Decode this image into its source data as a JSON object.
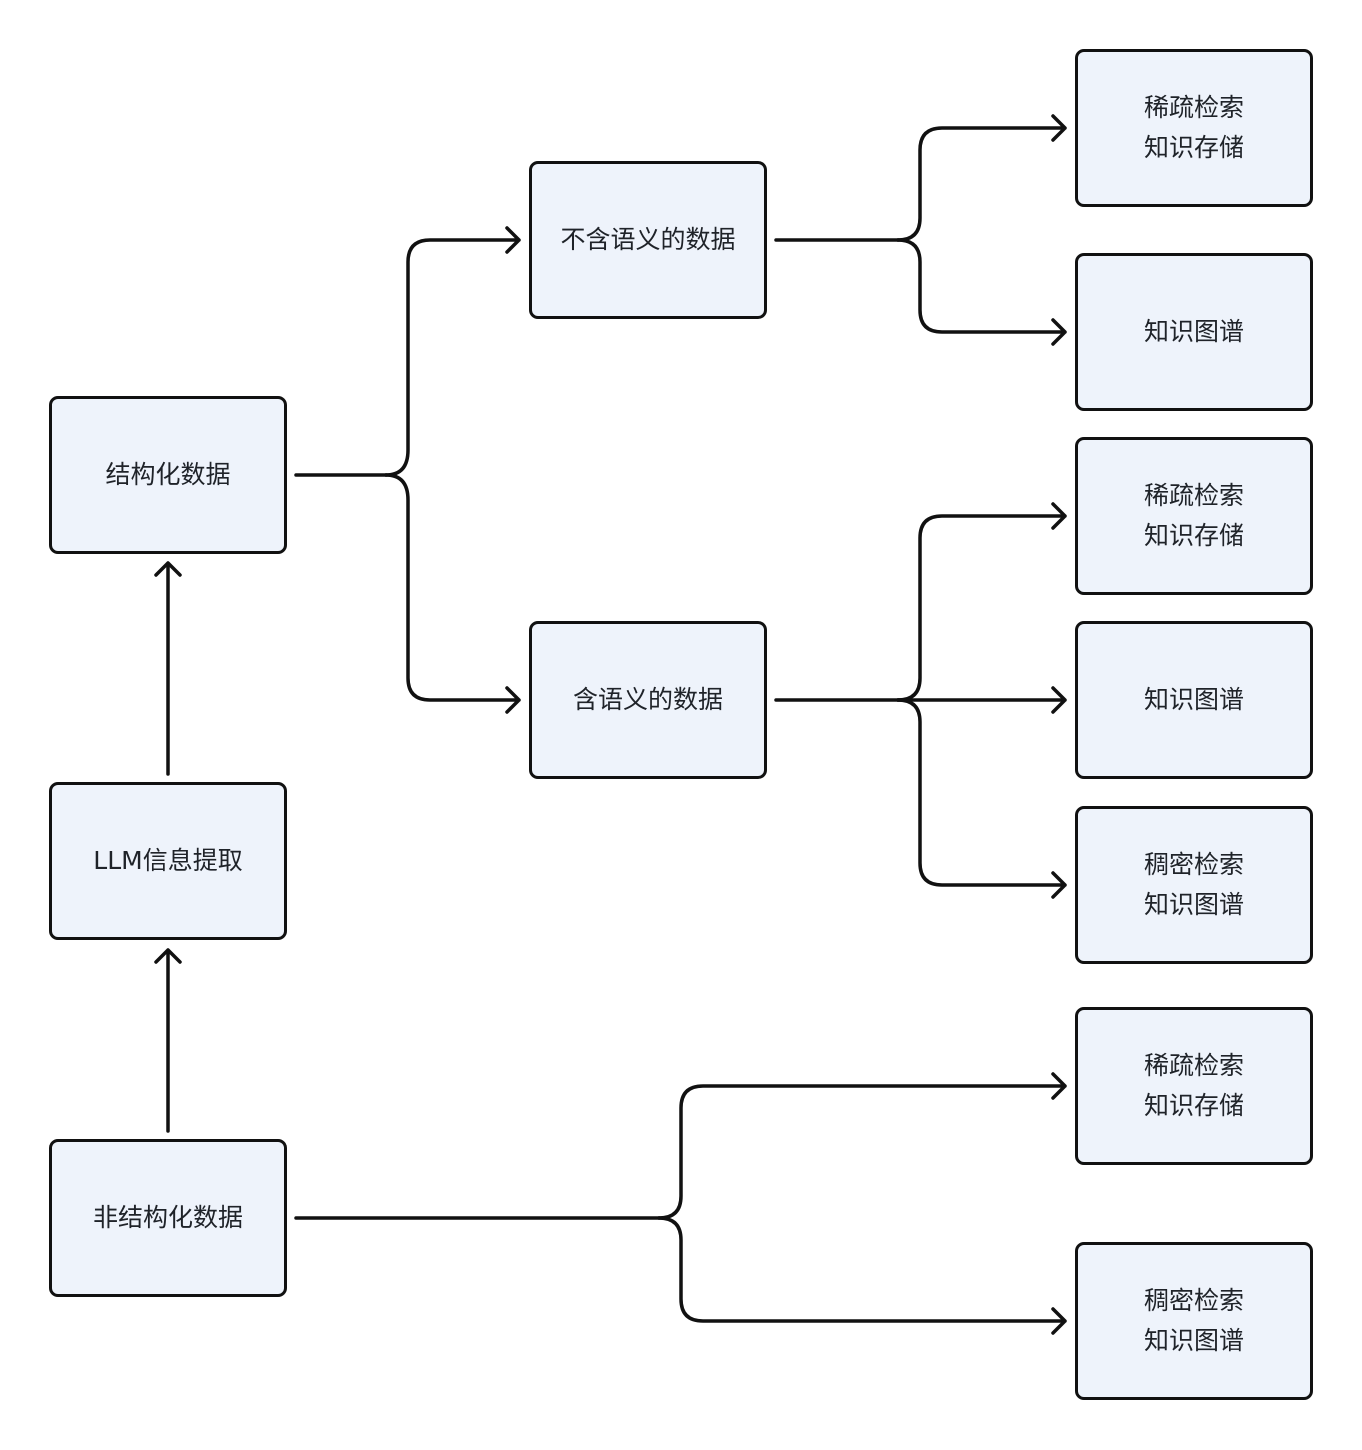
{
  "nodes": {
    "unstructured": {
      "label": "非结构化数据"
    },
    "llm": {
      "label": "LLM信息提取"
    },
    "structured": {
      "label": "结构化数据"
    },
    "non_semantic": {
      "label": "不含语义的数据"
    },
    "semantic": {
      "label": "含语义的数据"
    },
    "ns_sparse": {
      "label": "稀疏检索\n知识存储"
    },
    "ns_kg": {
      "label": "知识图谱"
    },
    "s_sparse": {
      "label": "稀疏检索\n知识存储"
    },
    "s_kg": {
      "label": "知识图谱"
    },
    "s_dense": {
      "label": "稠密检索\n知识图谱"
    },
    "u_sparse": {
      "label": "稀疏检索\n知识存储"
    },
    "u_dense": {
      "label": "稠密检索\n知识图谱"
    }
  },
  "edges": [
    {
      "from": "unstructured",
      "to": "llm"
    },
    {
      "from": "llm",
      "to": "structured"
    },
    {
      "from": "structured",
      "to": "non_semantic"
    },
    {
      "from": "structured",
      "to": "semantic"
    },
    {
      "from": "non_semantic",
      "to": "ns_sparse"
    },
    {
      "from": "non_semantic",
      "to": "ns_kg"
    },
    {
      "from": "semantic",
      "to": "s_sparse"
    },
    {
      "from": "semantic",
      "to": "s_kg"
    },
    {
      "from": "semantic",
      "to": "s_dense"
    },
    {
      "from": "unstructured",
      "to": "u_sparse"
    },
    {
      "from": "unstructured",
      "to": "u_dense"
    }
  ],
  "colors": {
    "node_fill": "#eef3fb",
    "stroke": "#111111",
    "text": "#1f2329"
  }
}
